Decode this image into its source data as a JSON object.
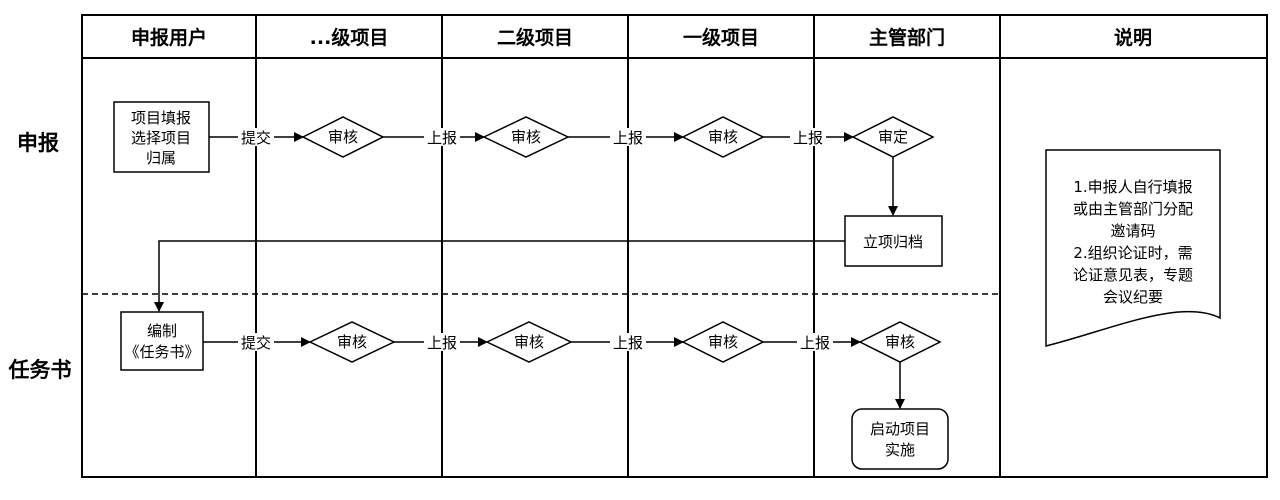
{
  "columns": [
    "申报用户",
    "...级项目",
    "二级项目",
    "一级项目",
    "主管部门",
    "说明"
  ],
  "rows": [
    "申报",
    "任务书"
  ],
  "nodes": {
    "fill_form": [
      "项目填报",
      "选择项目",
      "归属"
    ],
    "review": "审核",
    "approve": "审定",
    "archive": "立项归档",
    "write_task": [
      "编制",
      "《任务书》"
    ],
    "start": [
      "启动项目",
      "实施"
    ]
  },
  "edges": {
    "submit": "提交",
    "report": "上报"
  },
  "note": [
    "1.申报人自行填报",
    "或由主管部门分配",
    "邀请码",
    "2.组织论证时，需",
    "论证意见表，专题",
    "会议纪要"
  ]
}
